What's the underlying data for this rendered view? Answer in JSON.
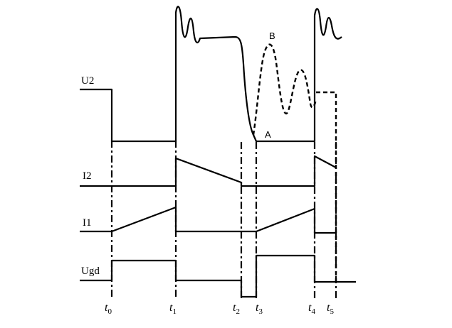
{
  "signals": {
    "u2": "U2",
    "i2": "I2",
    "i1": "I1",
    "ugd": "Ugd"
  },
  "points": {
    "a": "A",
    "b": "B"
  },
  "times": [
    {
      "t": "t",
      "sub": "0"
    },
    {
      "t": "t",
      "sub": "1"
    },
    {
      "t": "t",
      "sub": "2"
    },
    {
      "t": "t",
      "sub": "3"
    },
    {
      "t": "t",
      "sub": "4"
    },
    {
      "t": "t",
      "sub": "5"
    }
  ]
}
